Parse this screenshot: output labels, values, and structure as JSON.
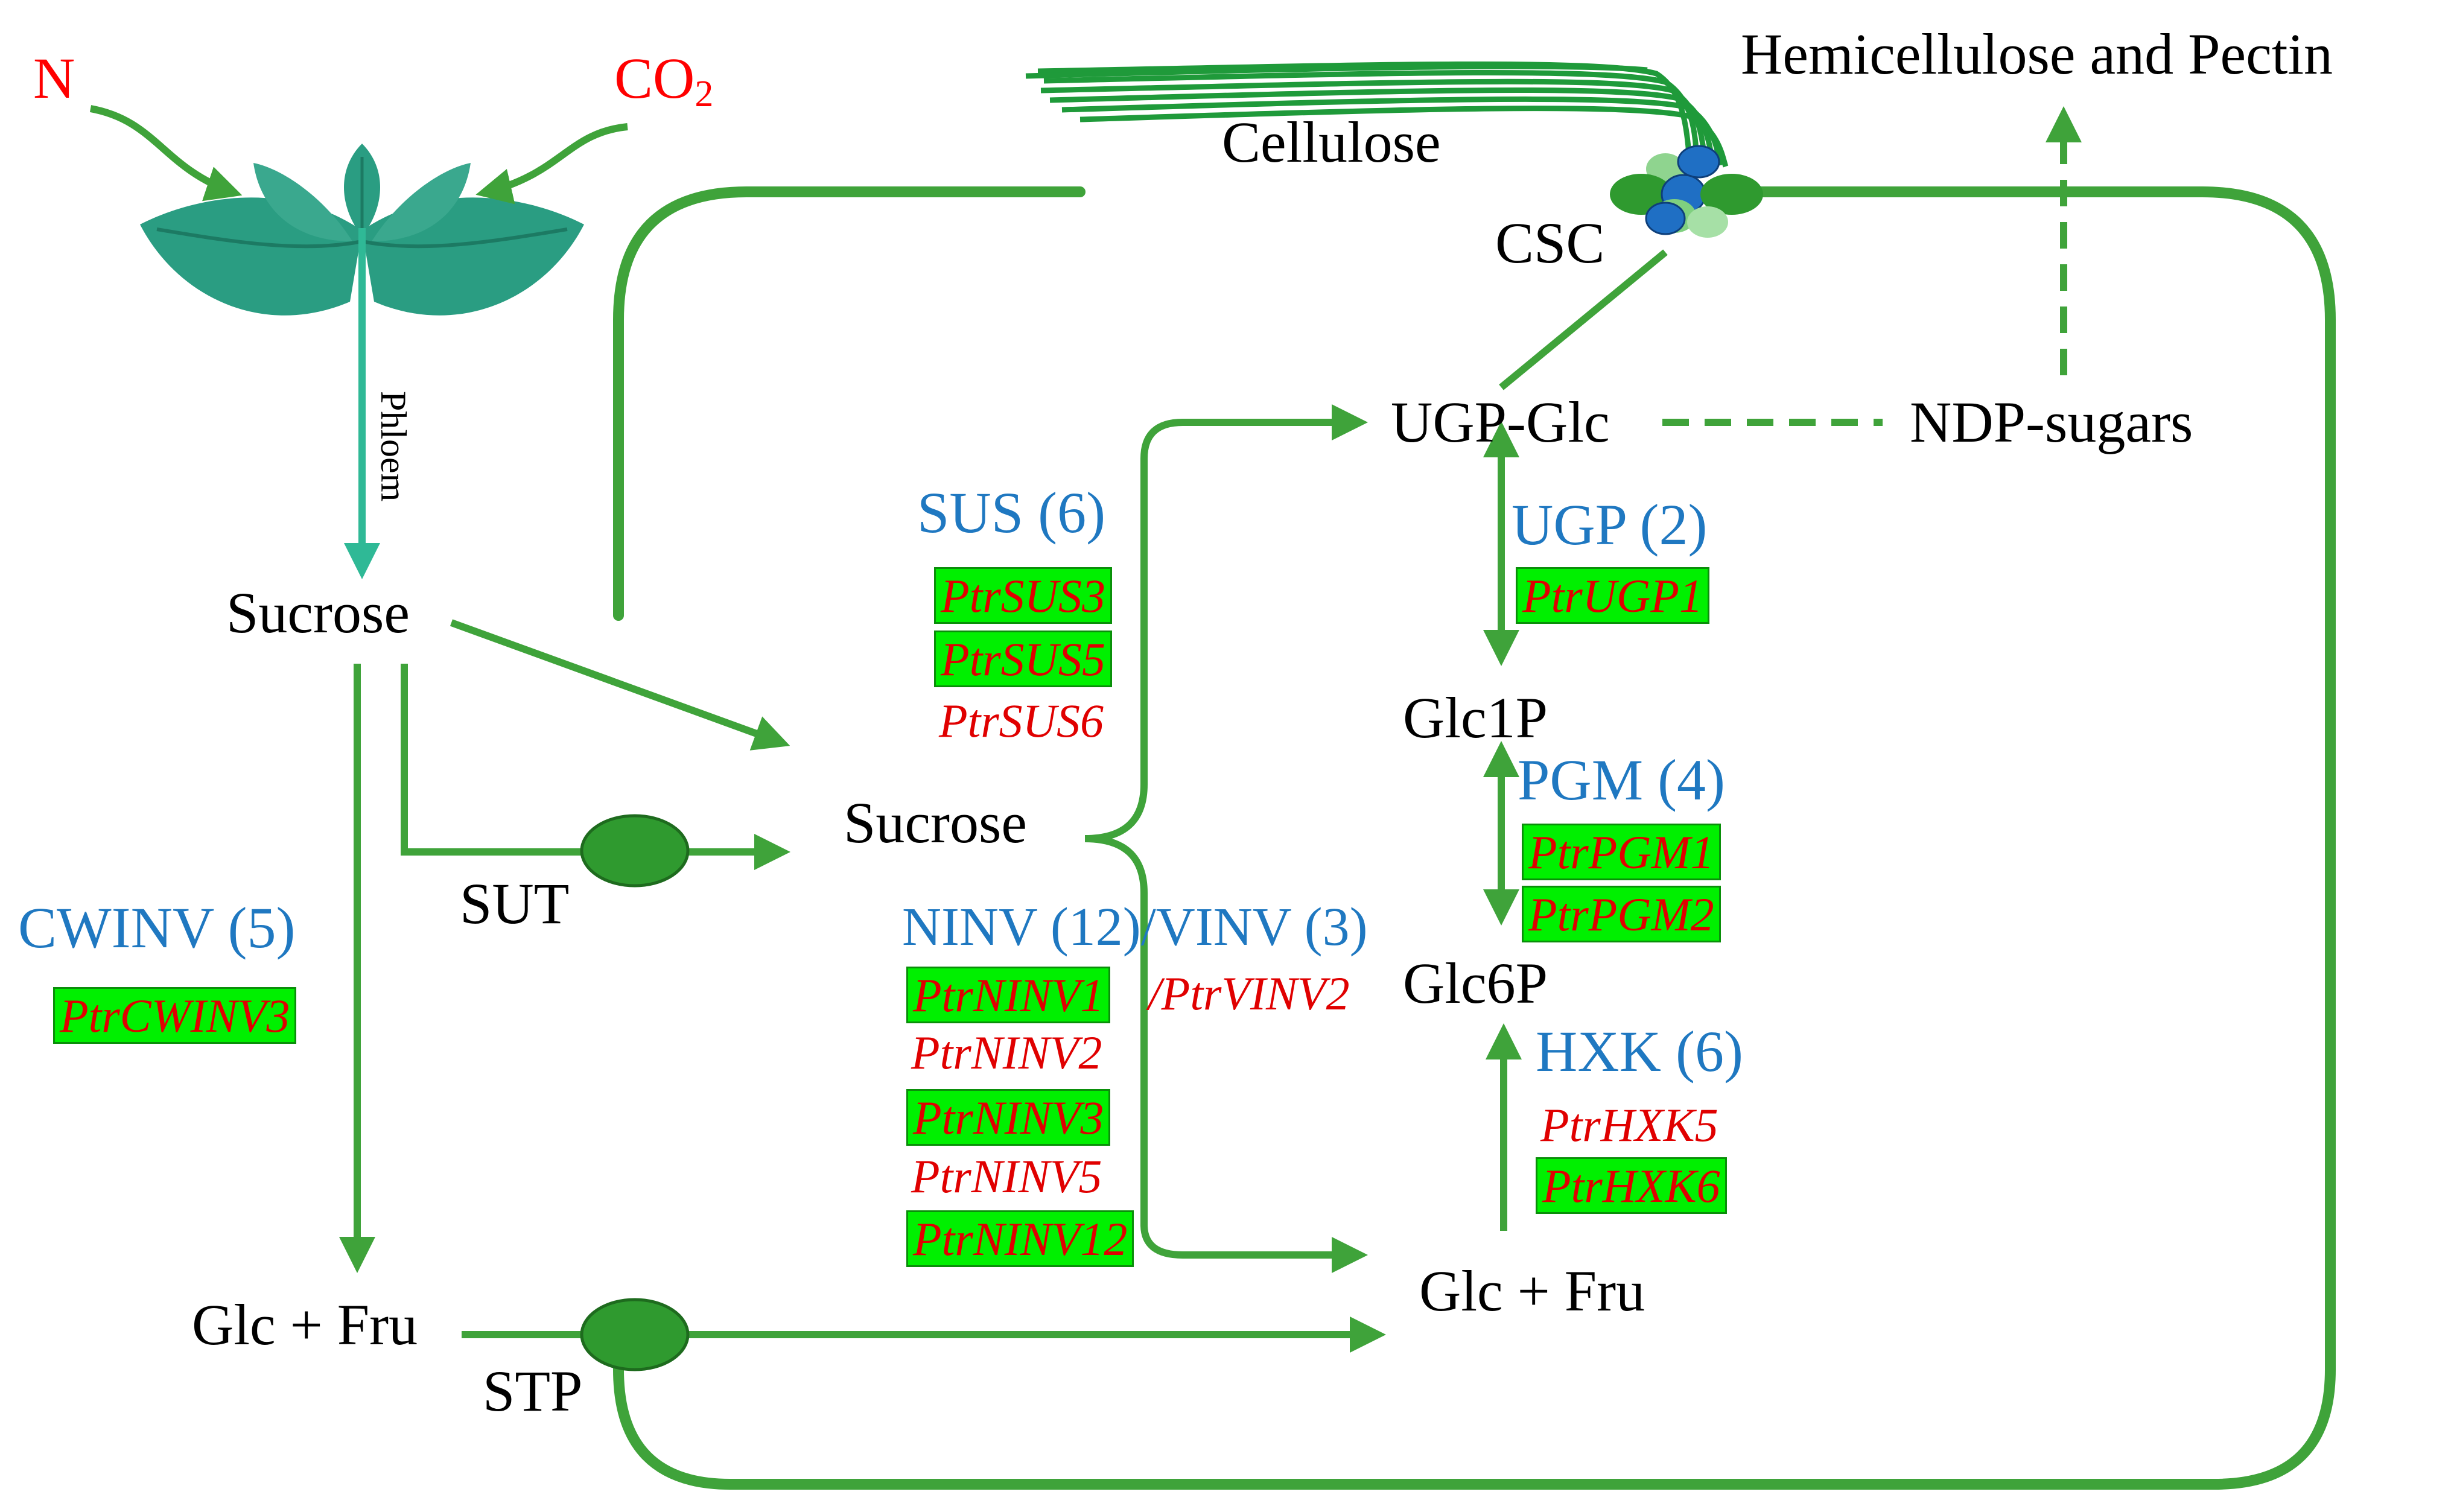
{
  "inputs": {
    "nitrogen": "N",
    "co2_base": "CO",
    "co2_subscript": "2"
  },
  "labels": {
    "phloem": "Phloem",
    "sucrose_outside": "Sucrose",
    "sucrose_inside": "Sucrose",
    "glc_fru_outside": "Glc + Fru",
    "glc_fru_inside": "Glc + Fru",
    "sut": "SUT",
    "stp": "STP",
    "cellulose": "Cellulose",
    "hemicellulose_pectin": "Hemicellulose and Pectin",
    "csc": "CSC",
    "ugp_glc": "UGP-Glc",
    "ndp_sugars": "NDP-sugars",
    "glc1p": "Glc1P",
    "glc6p": "Glc6P"
  },
  "enzymes": {
    "cwinv": "CWINV (5)",
    "sus": "SUS (6)",
    "ninv_vinv": "NINV (12)/VINV (3)",
    "ugp": "UGP (2)",
    "pgm": "PGM (4)",
    "hxk": "HXK (6)"
  },
  "genes": {
    "cwinv": [
      {
        "name": "PtrCWINV3",
        "highlighted": true
      }
    ],
    "sus": [
      {
        "name": "PtrSUS3",
        "highlighted": true
      },
      {
        "name": "PtrSUS5",
        "highlighted": true
      },
      {
        "name": "PtrSUS6",
        "highlighted": false
      }
    ],
    "ninv": [
      {
        "name": "PtrNINV1",
        "highlighted": true
      },
      {
        "name": "PtrNINV2",
        "highlighted": false
      },
      {
        "name": "PtrNINV3",
        "highlighted": true
      },
      {
        "name": "PtrNINV5",
        "highlighted": false
      },
      {
        "name": "PtrNINV12",
        "highlighted": true
      }
    ],
    "vinv": [
      {
        "name": "/PtrVINV2",
        "highlighted": false
      }
    ],
    "ugp": [
      {
        "name": "PtrUGP1",
        "highlighted": true
      }
    ],
    "pgm": [
      {
        "name": "PtrPGM1",
        "highlighted": true
      },
      {
        "name": "PtrPGM2",
        "highlighted": true
      }
    ],
    "hxk": [
      {
        "name": "PtrHXK5",
        "highlighted": false
      },
      {
        "name": "PtrHXK6",
        "highlighted": true
      }
    ]
  },
  "colors": {
    "pathway_green": "#3fa33a",
    "highlight_green": "#00f000",
    "enzyme_blue": "#1f78c1",
    "gene_red": "#e00000",
    "input_red": "#ff0000",
    "leaf_teal": "#2a9d82",
    "transporter_green": "#2f9a2f",
    "csc_blue": "#1f6fc4"
  }
}
